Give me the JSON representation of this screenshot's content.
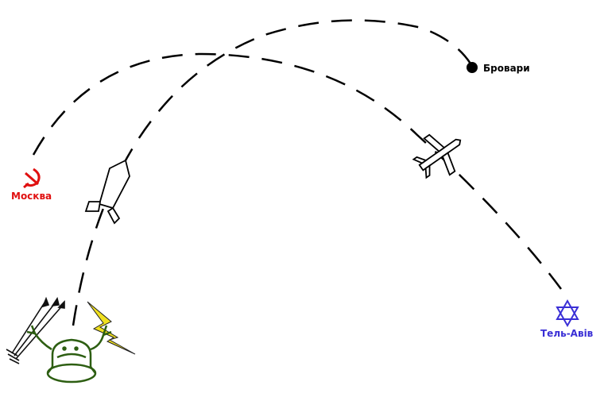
{
  "cities": {
    "moscow": {
      "label": "Москва",
      "color": "#e01010"
    },
    "brovary": {
      "label": "Бровари",
      "color": "#000000"
    },
    "tel_aviv": {
      "label": "Тель-Авів",
      "color": "#3a2fd6"
    }
  },
  "icons": [
    "hammer-sickle-icon",
    "star-of-david-icon",
    "city-dot-icon",
    "airplane-icon",
    "rocket-icon",
    "warrior-figure-icon",
    "arrows-icon",
    "lightning-icon"
  ]
}
